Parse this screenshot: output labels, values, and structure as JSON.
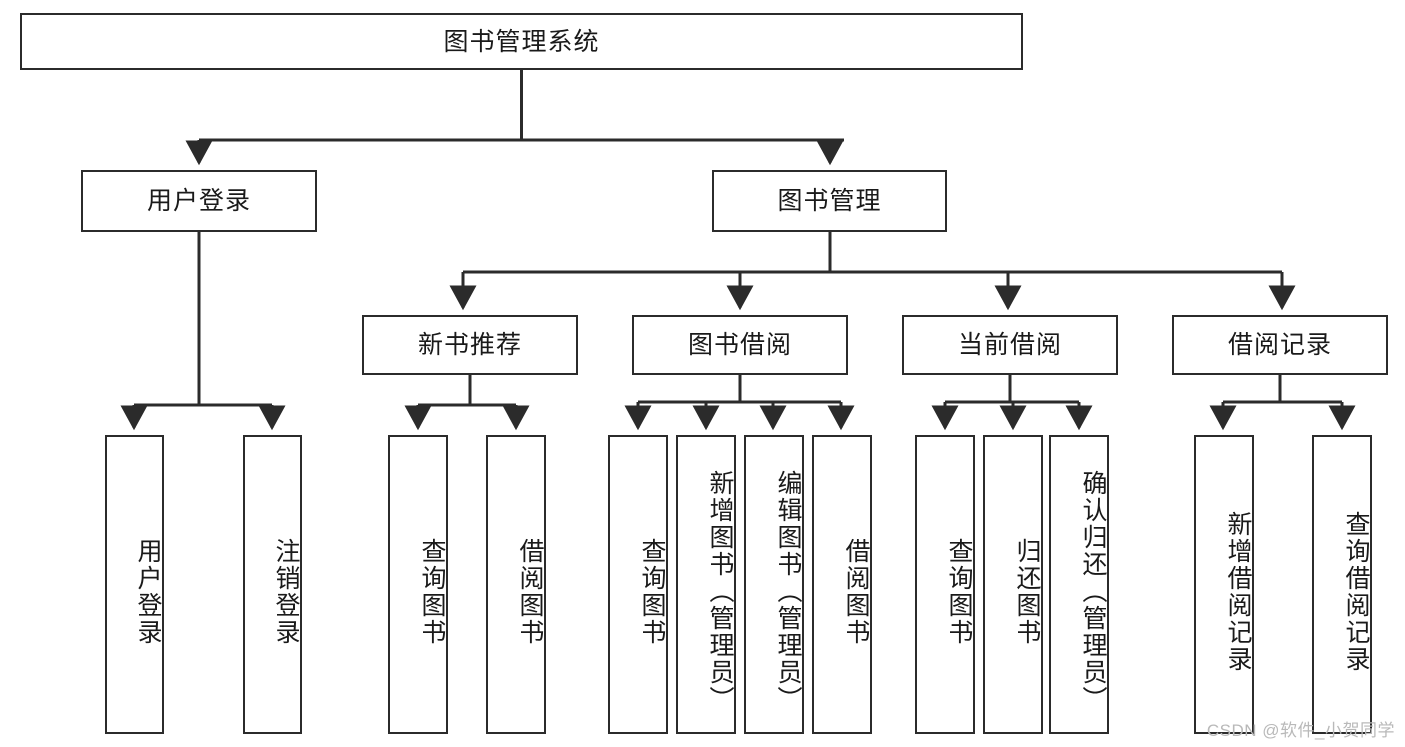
{
  "diagram": {
    "type": "tree-hierarchy-chart",
    "title": "图书管理系统",
    "background_color": "#ffffff",
    "line_color": "#2b2b2b",
    "box_border_color": "#2b2b2b",
    "text_color": "#1a1a1a"
  },
  "root": {
    "label": "图书管理系统"
  },
  "level2": [
    {
      "label": "用户登录"
    },
    {
      "label": "图书管理"
    }
  ],
  "level3": [
    {
      "label": "新书推荐"
    },
    {
      "label": "图书借阅"
    },
    {
      "label": "当前借阅"
    },
    {
      "label": "借阅记录"
    }
  ],
  "leaves": {
    "user_login": [
      {
        "label": "用户登录"
      },
      {
        "label": "注销登录"
      }
    ],
    "new_book_recommend": [
      {
        "label": "查询图书"
      },
      {
        "label": "借阅图书"
      }
    ],
    "book_borrow": [
      {
        "label": "查询图书"
      },
      {
        "label": "新增图书（管理员）"
      },
      {
        "label": "编辑图书（管理员）"
      },
      {
        "label": "借阅图书"
      }
    ],
    "current_borrow": [
      {
        "label": "查询图书"
      },
      {
        "label": "归还图书"
      },
      {
        "label": "确认归还（管理员）"
      }
    ],
    "borrow_record": [
      {
        "label": "新增借阅记录"
      },
      {
        "label": "查询借阅记录"
      }
    ]
  },
  "watermark": {
    "text": "CSDN @软件_小贺同学"
  }
}
